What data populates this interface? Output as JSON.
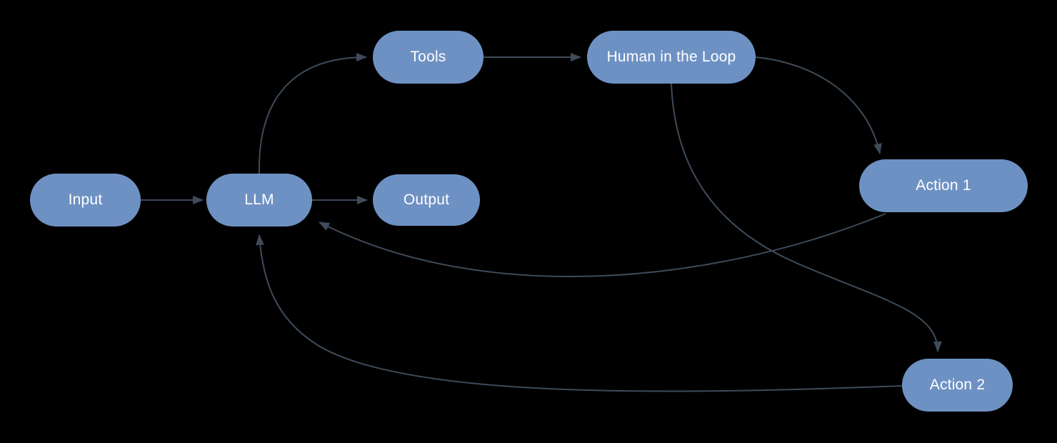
{
  "diagram": {
    "type": "flowchart",
    "colors": {
      "bg": "#000000",
      "node-fill": "#6e91c3",
      "node-text": "#ffffff",
      "edge": "#3e4b59"
    },
    "nodes": [
      {
        "id": "input",
        "label": "Input"
      },
      {
        "id": "llm",
        "label": "LLM"
      },
      {
        "id": "tools",
        "label": "Tools"
      },
      {
        "id": "hitl",
        "label": "Human in the Loop"
      },
      {
        "id": "output",
        "label": "Output"
      },
      {
        "id": "action1",
        "label": "Action 1"
      },
      {
        "id": "action2",
        "label": "Action 2"
      }
    ],
    "edges": [
      {
        "from": "input",
        "to": "llm"
      },
      {
        "from": "llm",
        "to": "tools"
      },
      {
        "from": "tools",
        "to": "hitl"
      },
      {
        "from": "llm",
        "to": "output"
      },
      {
        "from": "hitl",
        "to": "action1"
      },
      {
        "from": "hitl",
        "to": "action2"
      },
      {
        "from": "action1",
        "to": "llm"
      },
      {
        "from": "action2",
        "to": "llm"
      }
    ]
  }
}
